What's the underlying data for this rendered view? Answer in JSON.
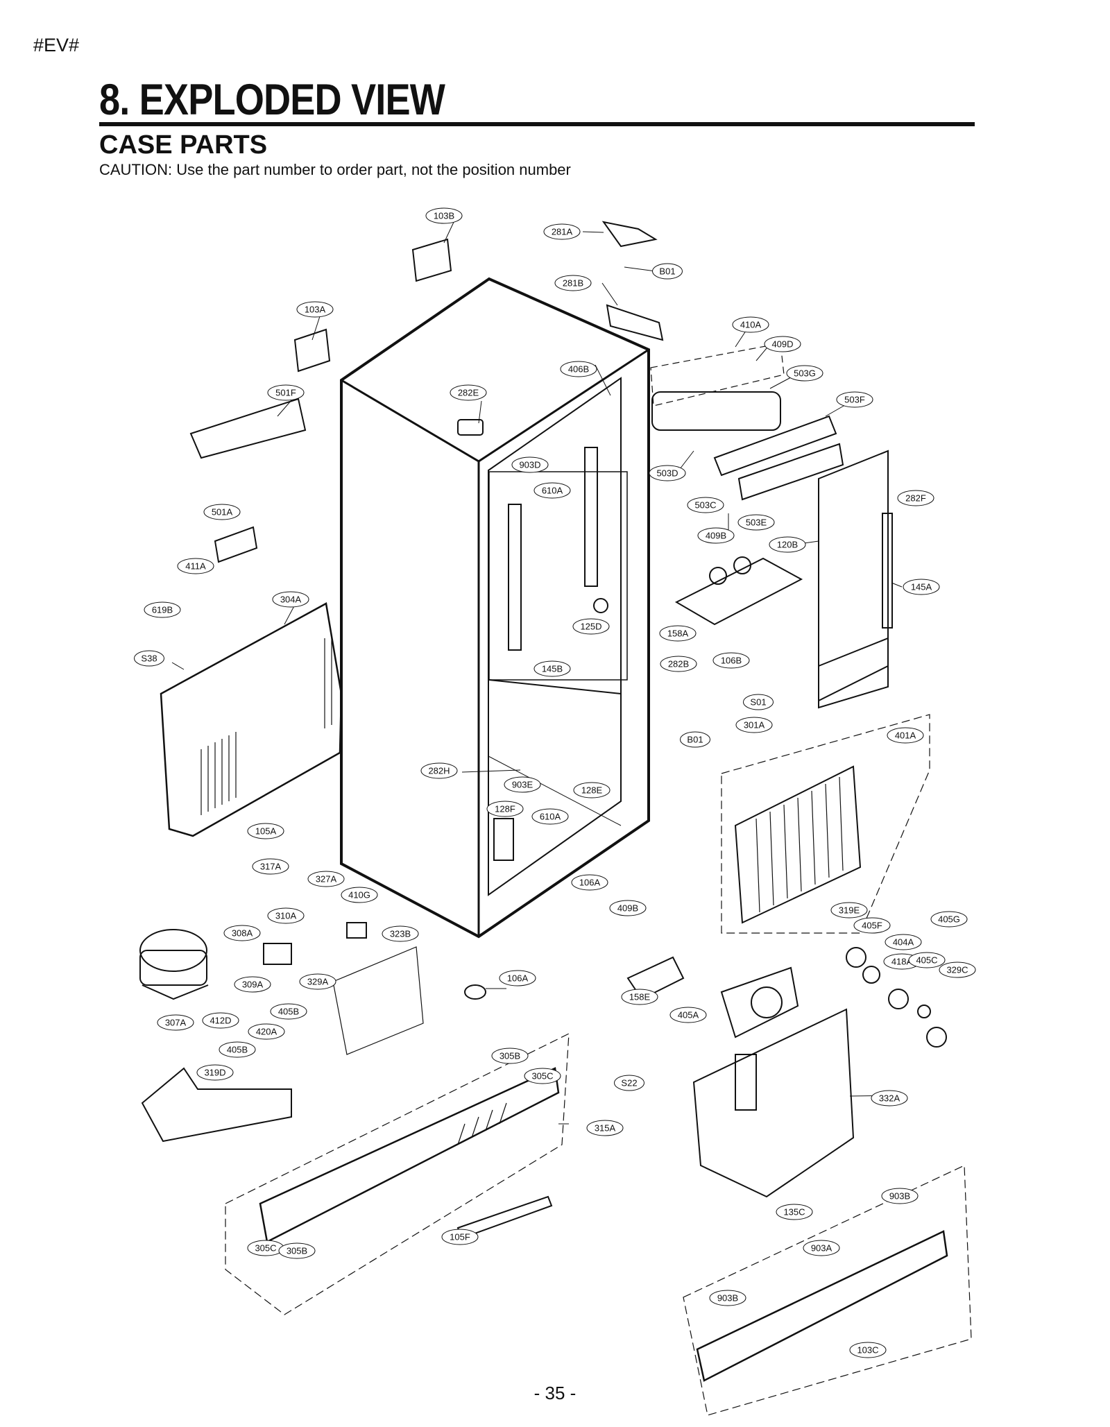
{
  "header": {
    "tag": "#EV#",
    "title": "8. EXPLODED VIEW",
    "subtitle": "CASE PARTS",
    "caution": "CAUTION: Use the part number to order part, not the position number"
  },
  "footer": {
    "page_number": "- 35 -"
  },
  "parts": [
    "103B",
    "281A",
    "B01",
    "281B",
    "103A",
    "410A",
    "409D",
    "406B",
    "503G",
    "501F",
    "282E",
    "503F",
    "903D",
    "503D",
    "610A",
    "503C",
    "503E",
    "282F",
    "501A",
    "409B",
    "120B",
    "411A",
    "145A",
    "619B",
    "304A",
    "125D",
    "158A",
    "S38",
    "145B",
    "282B",
    "106B",
    "S01",
    "301A",
    "B01",
    "401A",
    "282H",
    "903E",
    "128E",
    "128F",
    "610A",
    "105A",
    "317A",
    "106A",
    "327A",
    "410G",
    "409B",
    "310A",
    "319E",
    "405F",
    "405G",
    "308A",
    "323B",
    "404A",
    "418A",
    "405C",
    "329C",
    "329A",
    "309A",
    "106A",
    "158E",
    "405B",
    "405A",
    "307A",
    "412D",
    "420A",
    "405B",
    "305B",
    "319D",
    "305C",
    "S22",
    "315A",
    "332A",
    "903B",
    "135C",
    "105F",
    "903A",
    "305C",
    "305B",
    "903B",
    "103C"
  ]
}
